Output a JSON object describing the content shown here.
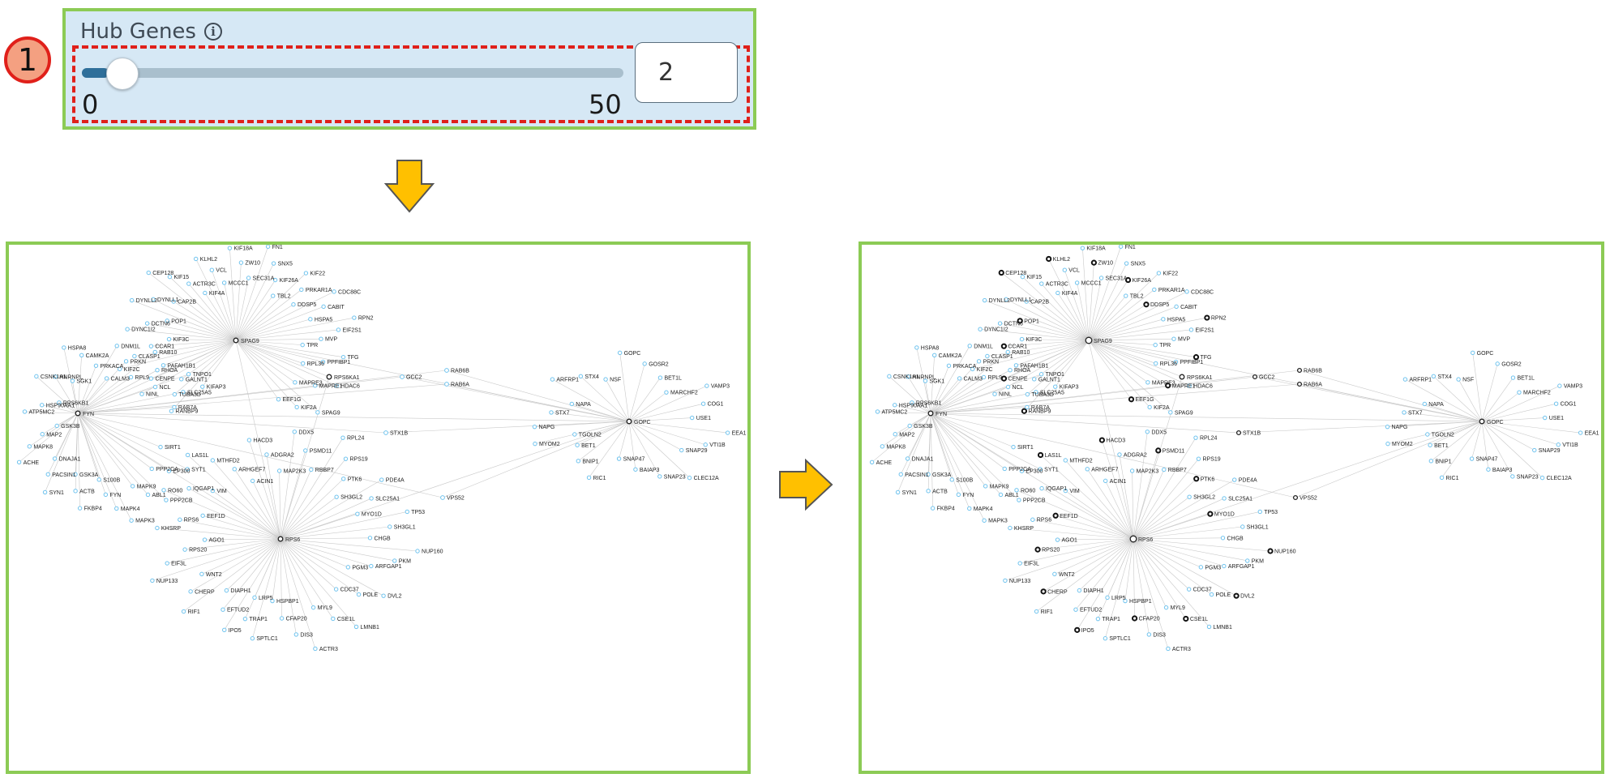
{
  "step": {
    "number": "1"
  },
  "hub_panel": {
    "title": "Hub Genes",
    "info_icon": "info-icon",
    "slider": {
      "min": 0,
      "max": 50,
      "value": 2,
      "min_label": "0",
      "max_label": "50"
    },
    "value_input": "2"
  },
  "arrows": {
    "down": "arrow-down-icon",
    "right": "arrow-right-icon",
    "color": "#ffc000"
  },
  "colors": {
    "panel_border": "#8ccb55",
    "panel_bg": "#d6e8f5",
    "highlight_dash": "#e0201a",
    "node_stroke": "#6fc3ee",
    "edge": "#c9c9c9"
  },
  "network": {
    "hubs": {
      "H1": "SPAG9",
      "H2": "FYN",
      "H3": "RPS6",
      "H4": "GOPC",
      "H5": "RPS6KA1"
    },
    "connectors": [
      "STX1B",
      "VPS52",
      "GCC2",
      "RAB6B",
      "RAB6A"
    ],
    "highlighted_hubs": [
      "RPS6",
      "SPAG9"
    ],
    "labels": {
      "c1": [
        "KIFAP3",
        "RANBP9",
        "TUBA3D",
        "GALNT1",
        "NINL",
        "CENPE",
        "PAFAH1B1",
        "KIF2C",
        "CLASP1",
        "CCAR1",
        "KIF3C",
        "DYNC1I2",
        "DCTN6",
        "POP1",
        "DYNLL2",
        "DYNLL1",
        "CAP2B",
        "CEP128",
        "KIF15",
        "ACTR3C",
        "KIF4A",
        "KLHL2",
        "VCL",
        "MCCC1",
        "KIF18A",
        "ZW10",
        "SEC31A",
        "FN1",
        "SNX5",
        "KIF26A",
        "TBL2",
        "KIF22",
        "PRKAR1A",
        "DDSP5",
        "CDC88C",
        "CABIT",
        "HSPA5",
        "RPN2",
        "EIF2S1",
        "MVP",
        "TPR",
        "TFG",
        "PPFIBP1",
        "RPL36",
        "HDAC6",
        "MAPRE1",
        "MAPRE3",
        "SPAG9",
        "KIF2A",
        "EEF1G"
      ],
      "c2": [
        "SIRT1",
        "SYT1",
        "EP300",
        "PPP2CA",
        "PPP2CB",
        "ABL1",
        "MAPK9",
        "MAPK3",
        "MAPK4",
        "FYN",
        "S100B",
        "FKBP4",
        "ACTB",
        "GSK3A",
        "SYN1",
        "PACSIN1",
        "DNAJA1",
        "ACHE",
        "MAPK8",
        "MAP2",
        "GSK3B",
        "ATP5MC2",
        "HSP90AA1",
        "RPS6KB1",
        "CSNK1A1",
        "HNRNPL",
        "SGK1",
        "HSPA8",
        "CAMK2A",
        "PRKACA",
        "CALM3",
        "DNM1L",
        "PRKN",
        "RPL9",
        "RAB10",
        "RHOA",
        "NCL",
        "TNPO1",
        "SLC25A5",
        "RAB7A"
      ],
      "c3": [
        "LRP5",
        "IPO5",
        "EFTUD2",
        "DIAPH1",
        "RIF1",
        "CHERP",
        "WNT2",
        "NUP133",
        "EIF3L",
        "RPS20",
        "AGO1",
        "KHSRP",
        "RPS6",
        "EEF1D",
        "RO60",
        "IQGAP1",
        "VIM",
        "LAS1L",
        "MTHFD2",
        "ARHGEF7",
        "ACIN1",
        "HACD3",
        "ADGRA2",
        "MAP2K3",
        "DDX5",
        "PSMD11",
        "RBBP7",
        "RPL24",
        "RPS19",
        "PTK6",
        "SH3GL2",
        "PDE4A",
        "SLC25A1",
        "MYO1D",
        "TP53",
        "SH3GL1",
        "CHGB",
        "NUP160",
        "PKM",
        "ARFGAP1",
        "PGM3",
        "DVL2",
        "POLE",
        "CDC37",
        "LMNB1",
        "CSE1L",
        "MYL9",
        "ACTR3",
        "DIS3",
        "CFAP20",
        "HSPBP1",
        "SPTLC1",
        "TRAP1"
      ],
      "c4": [
        "TGOLN2",
        "NAPG",
        "STX7",
        "NAPA",
        "ARFRP1",
        "STX4",
        "NSF",
        "GOPC",
        "GOSR2",
        "BET1L",
        "MARCHF2",
        "VAMP3",
        "COG1",
        "USE1",
        "EEA1",
        "VTI1B",
        "SNAP29",
        "CLEC12A",
        "SNAP23",
        "BAIAP3",
        "SNAP47",
        "RIC1",
        "BNIP1",
        "BET1",
        "MYOM2"
      ]
    }
  }
}
